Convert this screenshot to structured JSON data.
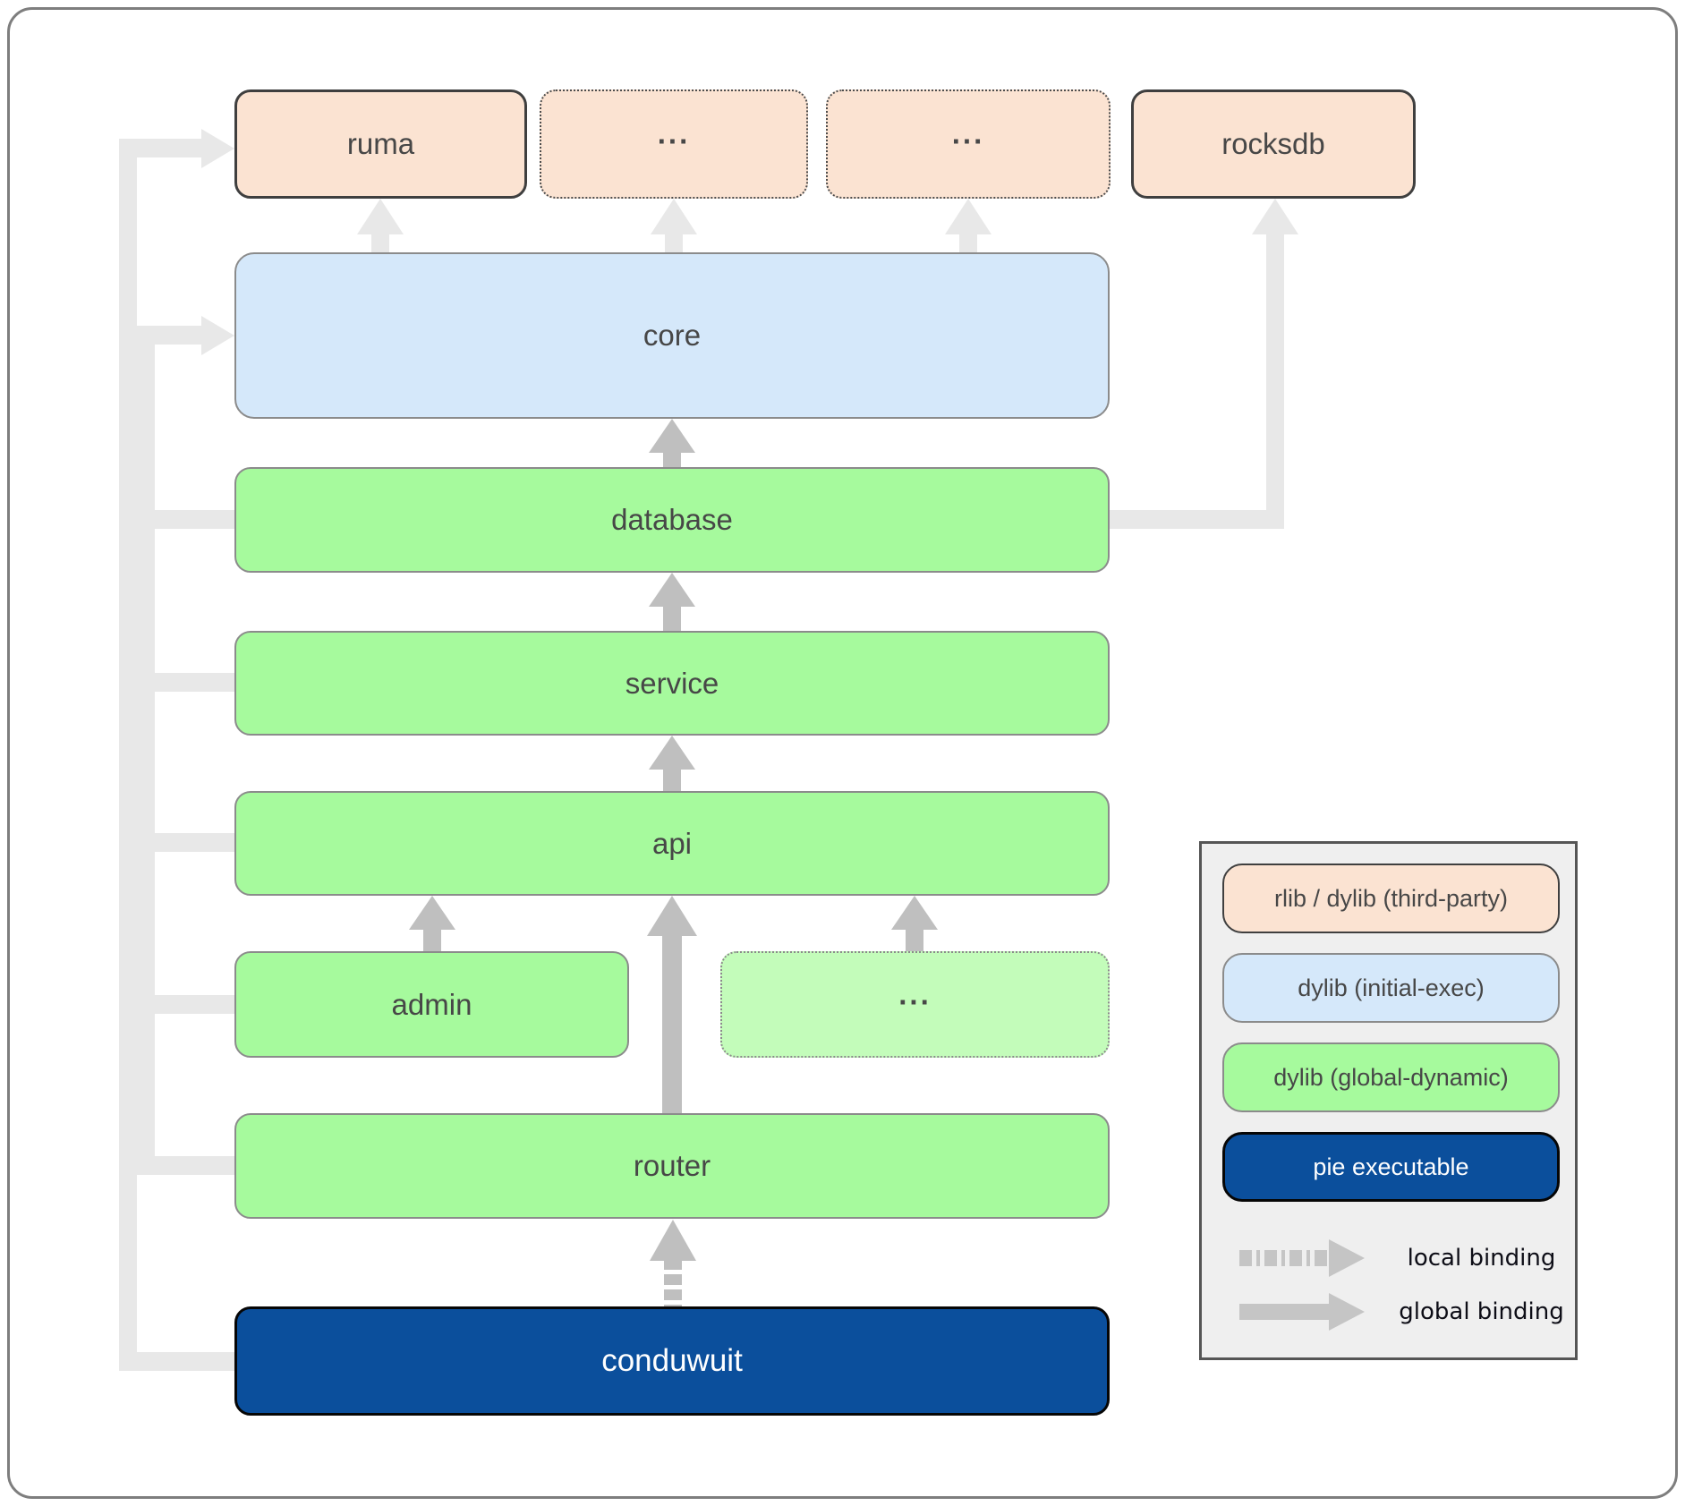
{
  "colors": {
    "third_party": "#fbe3d2",
    "initial_exec": "#d5e8fa",
    "global_dynamic": "#a6fa9d",
    "global_dynamic_light": "#c3fcba",
    "pie_executable": "#0b4f9c",
    "arrow_light": "#e8e8e8",
    "arrow_dark": "#bfbfbf",
    "arrow_legend": "#c5c5c5",
    "text": "#474747",
    "text_inverse": "#ffffff"
  },
  "nodes": {
    "ruma": "ruma",
    "top_dots_1": "...",
    "top_dots_2": "...",
    "rocksdb": "rocksdb",
    "core": "core",
    "database": "database",
    "service": "service",
    "api": "api",
    "admin": "admin",
    "mid_dots": "...",
    "router": "router",
    "conduwuit": "conduwuit"
  },
  "legend": {
    "items": [
      {
        "label": "rlib / dylib (third-party)",
        "type": "third-party"
      },
      {
        "label": "dylib (initial-exec)",
        "type": "initial-exec"
      },
      {
        "label": "dylib (global-dynamic)",
        "type": "global-dynamic"
      },
      {
        "label": "pie executable",
        "type": "pie-executable"
      }
    ],
    "local_binding_label": "local binding",
    "global_binding_label": "global binding"
  }
}
